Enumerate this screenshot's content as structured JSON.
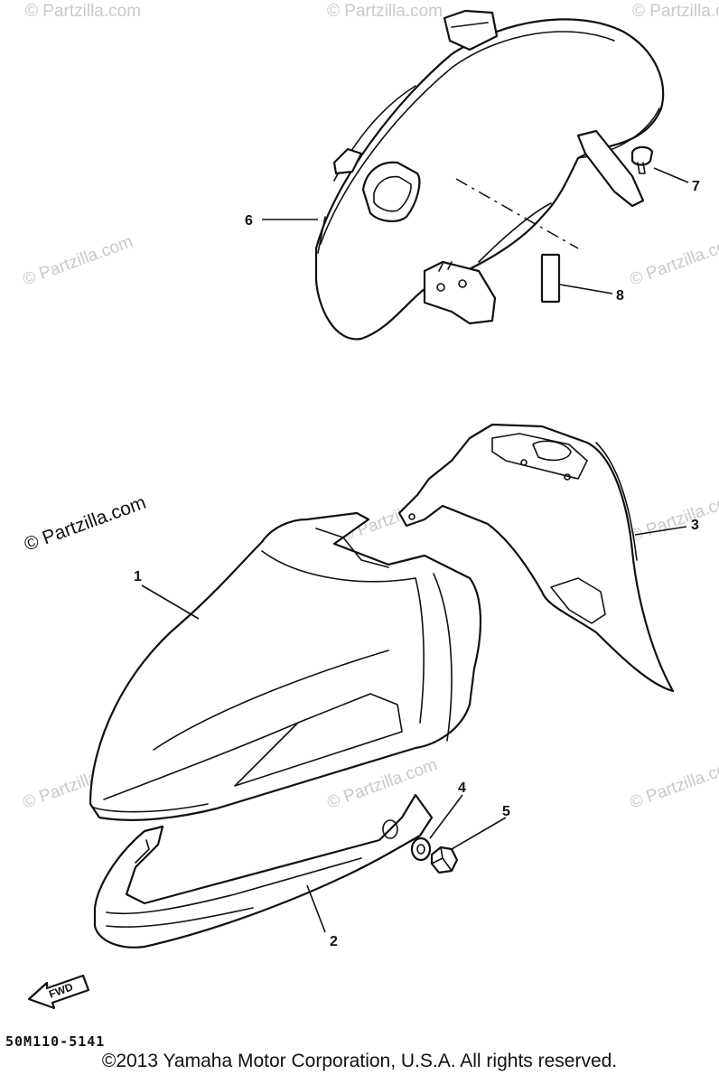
{
  "diagram": {
    "callouts": [
      "1",
      "2",
      "3",
      "4",
      "5",
      "6",
      "7",
      "8"
    ],
    "fwd_label": "FWD",
    "part_code": "50M110-5141",
    "watermark_text": "© Partzilla.com",
    "copyright": "©2013 Yamaha Motor Corporation, U.S.A. All rights reserved."
  }
}
